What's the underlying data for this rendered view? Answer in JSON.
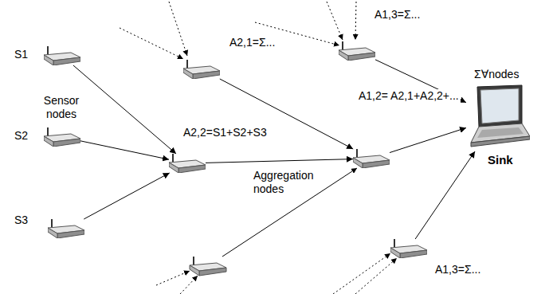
{
  "diagram": {
    "nodes": [
      {
        "text": [
          "S1"
        ]
      },
      {
        "text": [
          "S2"
        ]
      },
      {
        "text": [
          "S3"
        ]
      },
      {
        "text": [
          "A2,1=Σ..."
        ]
      },
      {
        "text": [
          "A2,2=S1+S2+S3"
        ]
      },
      {
        "text": [
          "A1,3=Σ..."
        ]
      },
      {
        "text": [
          "A1,2= A2,1+A2,2+..."
        ]
      },
      {
        "text": [
          "A1,3=Σ..."
        ]
      },
      {
        "text": [
          "Σ∀nodes",
          "Sink"
        ]
      }
    ],
    "edges": [
      {
        "from": 0,
        "to": 4,
        "arrow": "to"
      },
      {
        "from": 1,
        "to": 4,
        "arrow": "to"
      },
      {
        "from": 2,
        "to": 4,
        "arrow": "to"
      },
      {
        "from": 3,
        "to": 6,
        "arrow": "to"
      },
      {
        "from": 4,
        "to": 6,
        "arrow": "to"
      },
      {
        "from": 6,
        "to": 8,
        "arrow": "to"
      },
      {
        "from": 5,
        "to": 8,
        "arrow": "to"
      },
      {
        "from": 7,
        "to": 8,
        "arrow": "to"
      }
    ],
    "labels": [
      "Sensor nodes",
      "Aggregation nodes"
    ]
  }
}
